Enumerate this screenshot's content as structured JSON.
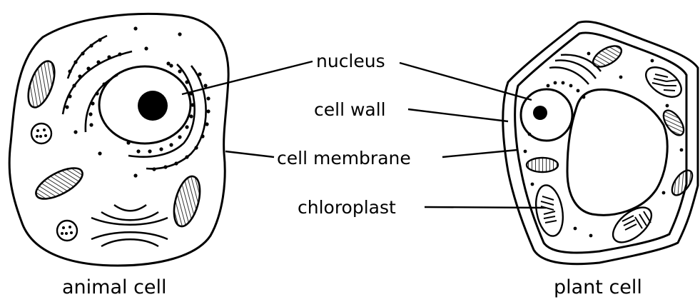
{
  "labels": {
    "nucleus": "nucleus",
    "cell_wall": "cell wall",
    "cell_membrane": "cell membrane",
    "chloroplast": "chloroplast"
  },
  "captions": {
    "animal": "animal cell",
    "plant": "plant cell"
  },
  "colors": {
    "ink": "#000000",
    "background": "#ffffff"
  }
}
